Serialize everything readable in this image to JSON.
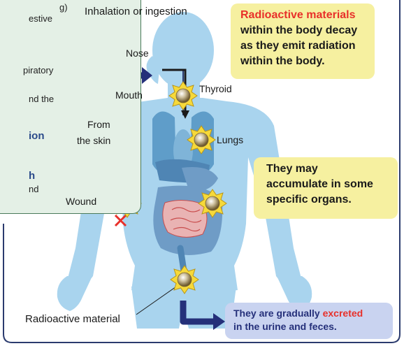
{
  "left_panel": {
    "lines": [
      "g)",
      "estive",
      "piratory",
      "nd the",
      "ion",
      "h",
      "nd"
    ]
  },
  "labels": {
    "inhalation": "Inhalation or ingestion",
    "nose": "Nose",
    "mouth": "Mouth",
    "thyroid": "Thyroid",
    "from": "From",
    "the_skin": "the skin",
    "lungs": "Lungs",
    "wound": "Wound",
    "radioactive_material": "Radioactive material"
  },
  "callouts": {
    "top": {
      "highlight": "Radioactive materials",
      "rest": [
        "within the body decay",
        "as they emit radiation",
        "within the body."
      ]
    },
    "middle": [
      "They may",
      "accumulate in some",
      "specific organs."
    ],
    "bottom": {
      "line1_a": "They are gradually ",
      "line1_b": "excreted",
      "line2": "in the urine and feces."
    }
  },
  "colors": {
    "body": "#a9d4ee",
    "callout_yellow": "#f6f0a0",
    "callout_blue": "#c9d3f0",
    "highlight_red": "#e8302a",
    "arrow_navy": "#25307a",
    "frame": "#2b3b6e"
  }
}
